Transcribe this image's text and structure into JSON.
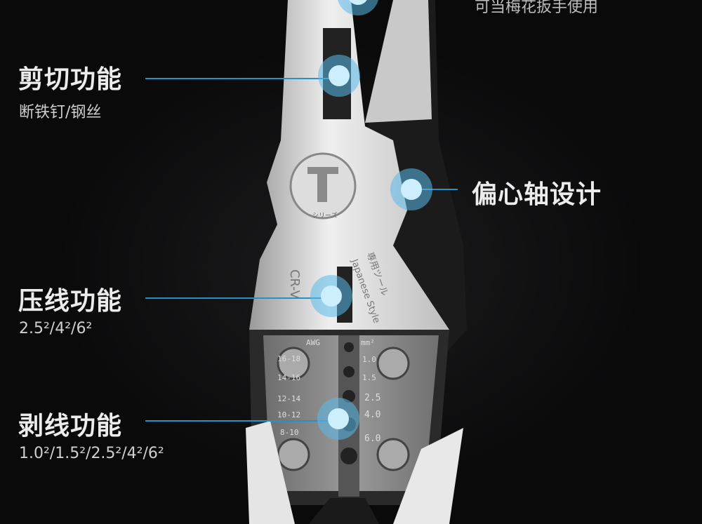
{
  "callouts": {
    "top": {
      "description": "可当梅花扳手使用"
    },
    "cutting": {
      "title": "剪切功能",
      "description": "断铁钉/钢丝"
    },
    "eccentric": {
      "title": "偏心轴设计"
    },
    "crimping": {
      "title": "压线功能",
      "description": "2.5²/4²/6²"
    },
    "stripping": {
      "title": "剥线功能",
      "description": "1.0²/1.5²/2.5²/4²/6²"
    }
  },
  "tool_markings": {
    "logo_text": "シリーズ",
    "material": "CR-V",
    "brand_jp": "専用ツール",
    "brand_en": "Japanese Style",
    "awg_header": "AWG",
    "mm_header": "mm²",
    "awg_sizes": [
      "16-18",
      "14-16",
      "12-14",
      "10-12",
      "8-10"
    ],
    "mm_sizes": [
      "1.0",
      "1.5",
      "2.5",
      "4.0",
      "6.0"
    ]
  },
  "colors": {
    "accent": "#2a8fc4",
    "dot": "#cdeefc"
  }
}
